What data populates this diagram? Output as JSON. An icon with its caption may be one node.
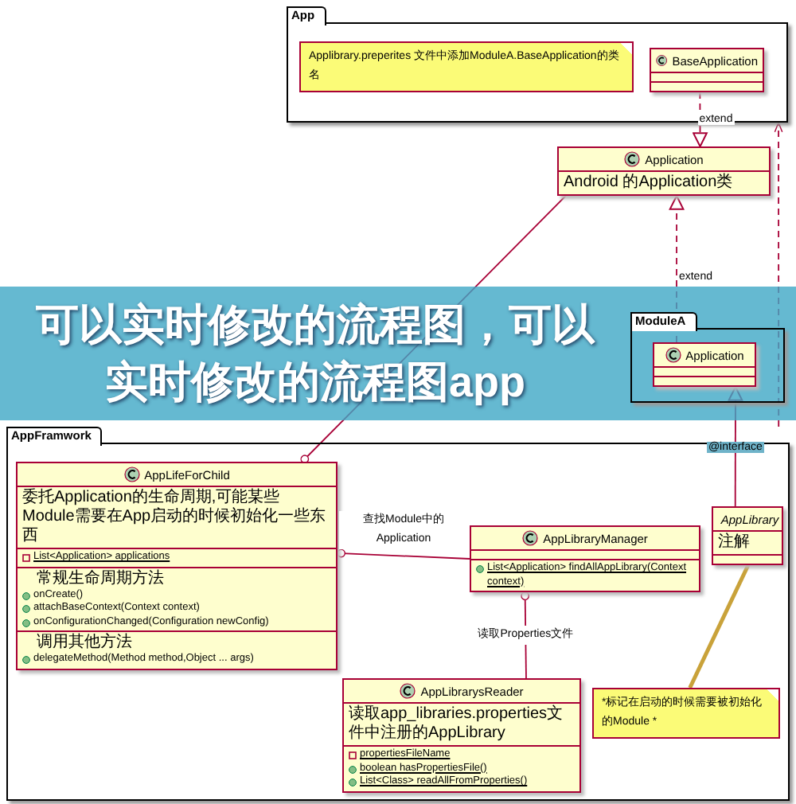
{
  "diagram": {
    "title": "可以实时修改的流程图，可以实时修改的流程图app",
    "nodes": [
      {
        "text": [
          "App"
        ]
      },
      {
        "text": [
          "Applibrary.preperites 文件中添加ModuleA.BaseApplication的类名"
        ],
        "in": 0
      },
      {
        "text": [
          "BaseApplication"
        ],
        "in": 0
      },
      {
        "text": [
          "Application",
          "Android 的Application类"
        ]
      },
      {
        "text": [
          "ModuleA"
        ]
      },
      {
        "text": [
          "Application"
        ],
        "in": 4
      },
      {
        "text": [
          "AppFramwork"
        ]
      },
      {
        "text": [
          "AppLifeForChild",
          "委托Application的生命周期,可能某些Module需要在App启动的时候初始化一些东西",
          "List<Application> applications",
          "常规生命周期方法",
          "onCreate()",
          "attachBaseContext(Context context)",
          "onConfigurationChanged(Configuration newConfig)",
          "调用其他方法",
          "delegateMethod(Method method,Object ... args)"
        ],
        "in": 6
      },
      {
        "text": [
          "AppLibraryManager",
          "List<Application> findAllAppLibrary(Context context)"
        ],
        "in": 6
      },
      {
        "text": [
          "AppLibrary",
          "注解"
        ],
        "in": 6
      },
      {
        "text": [
          "AppLibrarysReader",
          "读取app_libraries.properties文件中注册的AppLibrary",
          "propertiesFileName",
          "boolean hasPropertiesFile()",
          "List<Class> readAllFromProperties()"
        ],
        "in": 6
      },
      {
        "text": [
          "*标记在启动的时候需要被初始化的Module *"
        ],
        "in": 6
      }
    ],
    "edges": [
      {
        "from": 2,
        "to": 3,
        "arrow": "to",
        "label": "extend",
        "style": "dashed"
      },
      {
        "from": 5,
        "to": 3,
        "arrow": "to",
        "label": "extend",
        "style": "dashed"
      },
      {
        "from": 9,
        "to": 5,
        "arrow": "to",
        "label": "@interface"
      },
      {
        "from": 6,
        "to": 0,
        "arrow": "to",
        "style": "dashed"
      },
      {
        "from": 3,
        "to": 7,
        "arrow": "other"
      },
      {
        "from": 8,
        "to": 7,
        "arrow": "other",
        "label": "查找Module中的Application"
      },
      {
        "from": 10,
        "to": 8,
        "arrow": "other",
        "label": "读取Properties文件"
      },
      {
        "from": 9,
        "to": 11,
        "arrow": "none",
        "style": "thick",
        "color": "#c9a23a"
      }
    ]
  }
}
